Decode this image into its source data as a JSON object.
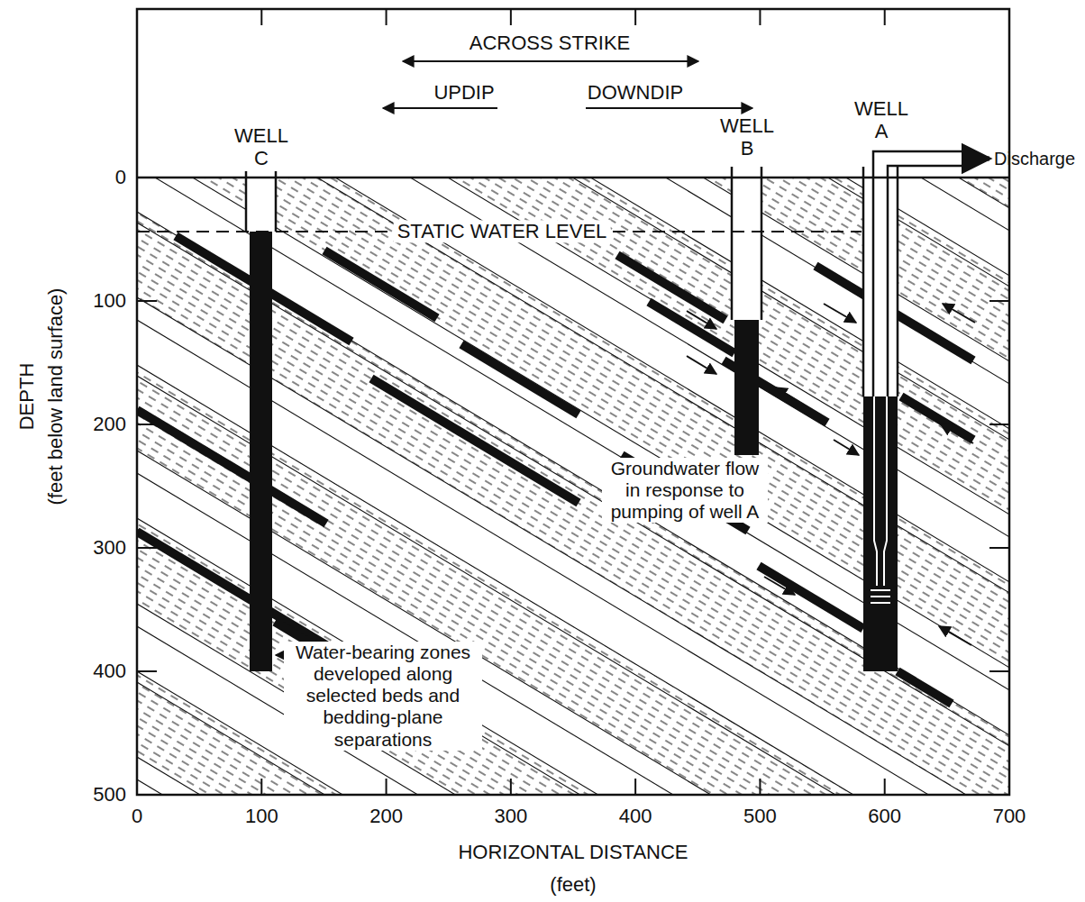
{
  "diagram": {
    "labels": [
      "ACROSS STRIKE",
      "UPDIP",
      "DOWNDIP",
      "WELL C",
      "WELL B",
      "WELL A",
      "Discharge",
      "STATIC WATER LEVEL",
      "Groundwater flow in response to pumping of well A",
      "Water-bearing zones developed along selected beds and bedding-plane separations",
      "DEPTH",
      "(feet below land surface)",
      "0",
      "100",
      "200",
      "300",
      "400",
      "500",
      "0",
      "100",
      "200",
      "300",
      "400",
      "500",
      "600",
      "700",
      "HORIZONTAL DISTANCE",
      "(feet)"
    ]
  }
}
